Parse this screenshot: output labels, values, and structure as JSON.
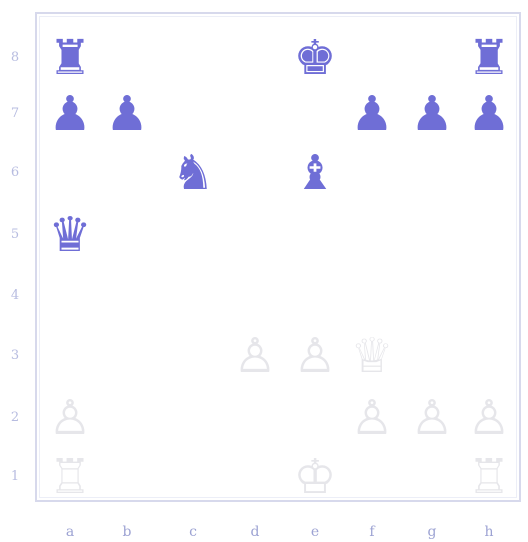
{
  "board": {
    "ranks": [
      "8",
      "7",
      "6",
      "5",
      "4",
      "3",
      "2",
      "1"
    ],
    "files": [
      "a",
      "b",
      "c",
      "d",
      "e",
      "f",
      "g",
      "h"
    ],
    "pieces": [
      {
        "square": "a8",
        "color": "black",
        "type": "rook",
        "glyph": "♜"
      },
      {
        "square": "e8",
        "color": "black",
        "type": "king",
        "glyph": "♚"
      },
      {
        "square": "h8",
        "color": "black",
        "type": "rook",
        "glyph": "♜"
      },
      {
        "square": "a7",
        "color": "black",
        "type": "pawn",
        "glyph": "♟"
      },
      {
        "square": "b7",
        "color": "black",
        "type": "pawn",
        "glyph": "♟"
      },
      {
        "square": "f7",
        "color": "black",
        "type": "pawn",
        "glyph": "♟"
      },
      {
        "square": "g7",
        "color": "black",
        "type": "pawn",
        "glyph": "♟"
      },
      {
        "square": "h7",
        "color": "black",
        "type": "pawn",
        "glyph": "♟"
      },
      {
        "square": "c6",
        "color": "black",
        "type": "knight",
        "glyph": "♞"
      },
      {
        "square": "e6",
        "color": "black",
        "type": "bishop",
        "glyph": "♝"
      },
      {
        "square": "a5",
        "color": "black",
        "type": "queen",
        "glyph": "♛"
      },
      {
        "square": "d3",
        "color": "white",
        "type": "pawn",
        "glyph": "♙"
      },
      {
        "square": "e3",
        "color": "white",
        "type": "pawn",
        "glyph": "♙"
      },
      {
        "square": "f3",
        "color": "white",
        "type": "queen",
        "glyph": "♕"
      },
      {
        "square": "a2",
        "color": "white",
        "type": "pawn",
        "glyph": "♙"
      },
      {
        "square": "f2",
        "color": "white",
        "type": "pawn",
        "glyph": "♙"
      },
      {
        "square": "g2",
        "color": "white",
        "type": "pawn",
        "glyph": "♙"
      },
      {
        "square": "h2",
        "color": "white",
        "type": "pawn",
        "glyph": "♙"
      },
      {
        "square": "a1",
        "color": "white",
        "type": "rook",
        "glyph": "♖"
      },
      {
        "square": "e1",
        "color": "white",
        "type": "king",
        "glyph": "♔"
      },
      {
        "square": "h1",
        "color": "white",
        "type": "rook",
        "glyph": "♖"
      }
    ]
  },
  "colors": {
    "black_piece": "#6f6ed6",
    "white_piece": "#e6e6ea",
    "frame": "#d7d9ec",
    "rank_label": "#b7bce0",
    "file_label": "#9da3d3"
  }
}
